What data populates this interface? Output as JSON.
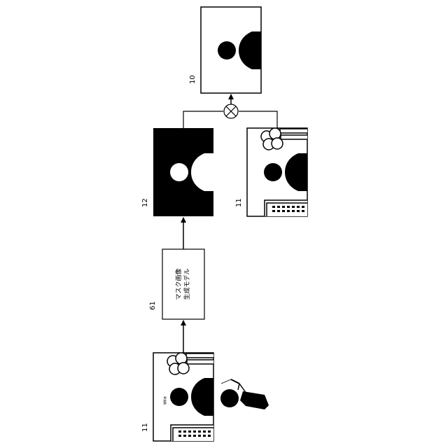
{
  "labels": {
    "input_image": "11",
    "model": "61",
    "mask_image": "12",
    "input_image_copy": "11",
    "output_image": "10"
  },
  "model": {
    "line1": "マスク画像",
    "line2": "生成モデル"
  },
  "photo_tag": "撮影者",
  "colors": {
    "stroke": "#000000",
    "fill": "#000000",
    "background": "#ffffff"
  },
  "icons": [
    "camera-icon",
    "multiply-icon",
    "tree-icon",
    "building-icon"
  ]
}
